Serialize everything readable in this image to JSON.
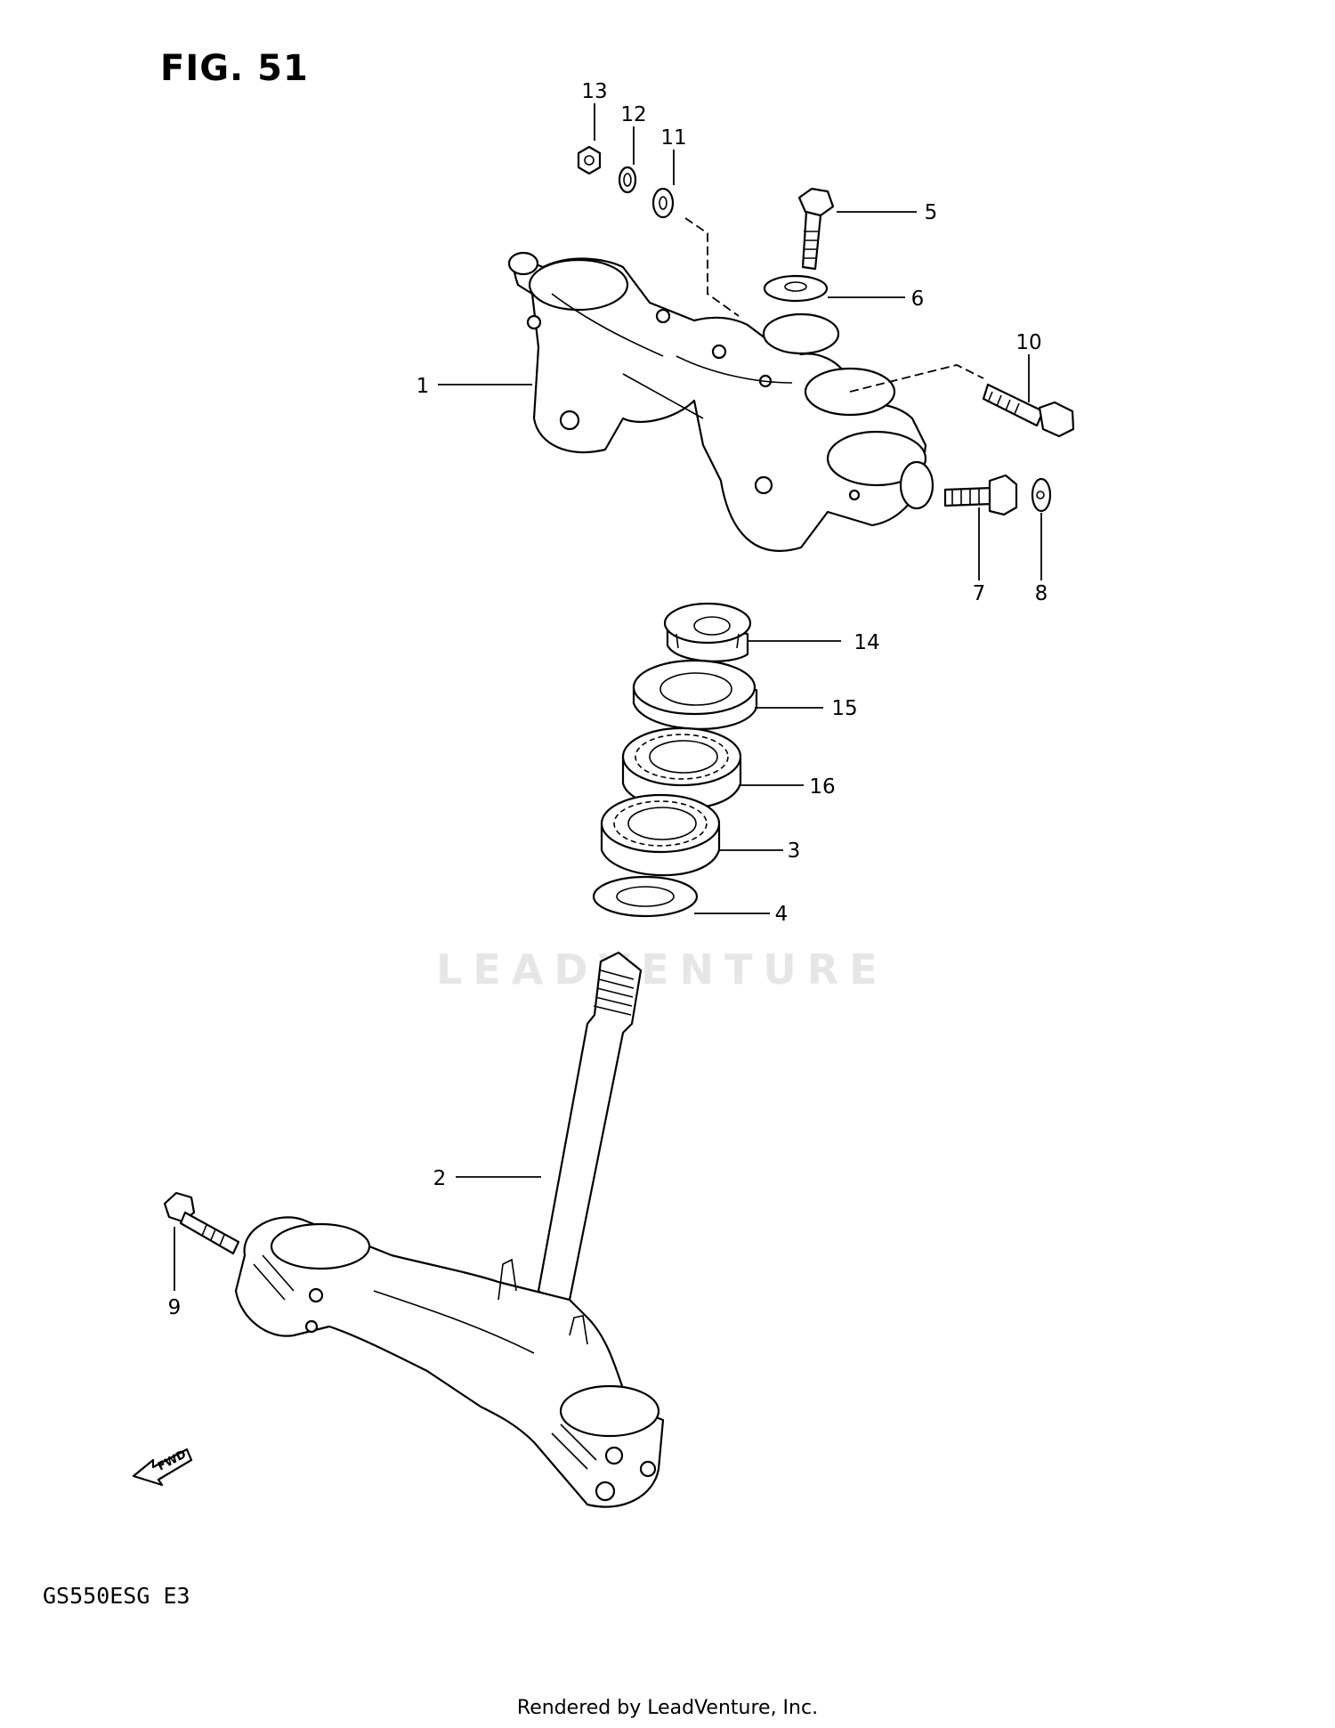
{
  "figure_title": "FIG. 51",
  "model_code": "GS550ESG E3",
  "footer_text": "Rendered by LeadVenture, Inc.",
  "watermark_text": "LEADVENTURE",
  "fwd_marker": "FWD",
  "callouts": [
    "1",
    "2",
    "3",
    "4",
    "5",
    "6",
    "7",
    "8",
    "9",
    "10",
    "11",
    "12",
    "13",
    "14",
    "15",
    "16"
  ]
}
